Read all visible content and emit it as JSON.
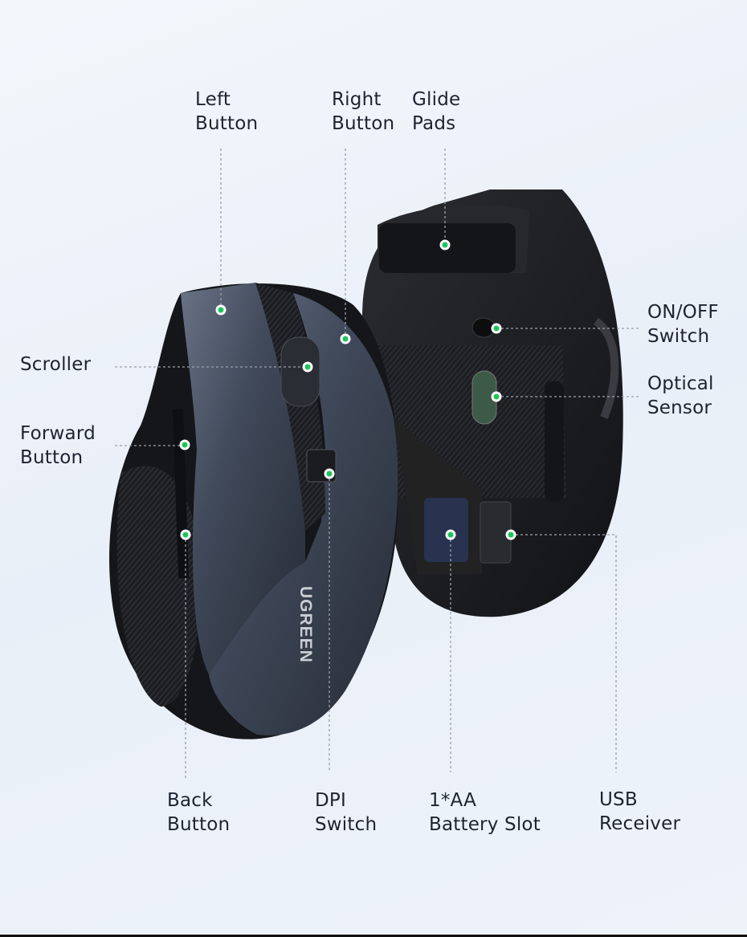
{
  "brand_logo": "UGREEN",
  "colors": {
    "accent_dot": "#1fc45a",
    "mouse_top": "#3a4252",
    "mouse_body": "#1b1d22",
    "leader_line": "#9aa0aa"
  },
  "callouts": {
    "left_button": "Left\nButton",
    "right_button": "Right\nButton",
    "glide_pads": "Glide\nPads",
    "scroller": "Scroller",
    "forward_button": "Forward\nButton",
    "on_off_switch": "ON/OFF\nSwitch",
    "optical_sensor": "Optical\nSensor",
    "back_button": "Back\nButton",
    "dpi_switch": "DPI\nSwitch",
    "battery_slot": "1*AA\nBattery Slot",
    "usb_receiver": "USB\nReceiver"
  }
}
